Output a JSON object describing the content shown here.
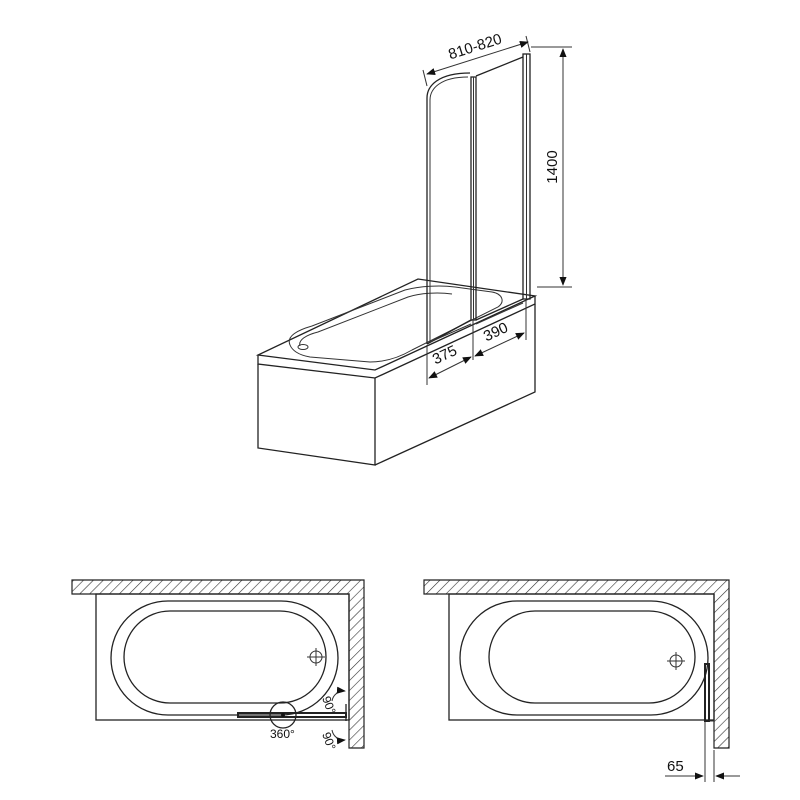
{
  "dimensions": {
    "screen_width": "810-820",
    "screen_height": "1400",
    "fixed_panel": "375",
    "swing_panel": "390",
    "profile_depth": "65"
  },
  "angles": {
    "rotation": "360°",
    "swing_in": "90°",
    "swing_out": "90°"
  },
  "colors": {
    "line": "#222222",
    "background": "#ffffff"
  }
}
